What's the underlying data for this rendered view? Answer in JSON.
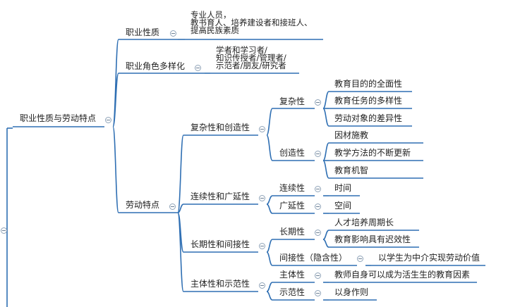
{
  "accent_color": "#2f6fb3",
  "nodes": {
    "n_root": "职业性质与劳动特点",
    "n_prof_nature": "职业性质",
    "n_prof_nature_desc": "专业人员，\n教书育人、培养建设者和接班人、\n提高民族素质",
    "n_roles": "职业角色多样化",
    "n_roles_desc": "学者和学习者/\n知识传授者/管理者/\n示范者/朋友/研究者",
    "n_labor": "劳动特点",
    "n_complex_create": "复杂性和创造性",
    "n_complex": "复杂性",
    "n_c1": "教育目的的全面性",
    "n_c2": "教育任务的多样性",
    "n_c3": "劳动对象的差异性",
    "n_create": "创造性",
    "n_cr1": "因材施教",
    "n_cr2": "教学方法的不断更新",
    "n_cr3": "教育机智",
    "n_cont_wide": "连续性和广延性",
    "n_cont": "连续性",
    "n_time": "时间",
    "n_wide": "广延性",
    "n_space": "空间",
    "n_long_indirect": "长期性和间接性",
    "n_long": "长期性",
    "n_l1": "人才培养周期长",
    "n_l2": "教育影响具有迟效性",
    "n_indirect": "间接性（隐含性）",
    "n_ind1": "以学生为中介实现劳动价值",
    "n_subj_demo": "主体性和示范性",
    "n_subj": "主体性",
    "n_s1": "教师自身可以成为活生生的教育因素",
    "n_demo": "示范性",
    "n_d1": "以身作则"
  }
}
